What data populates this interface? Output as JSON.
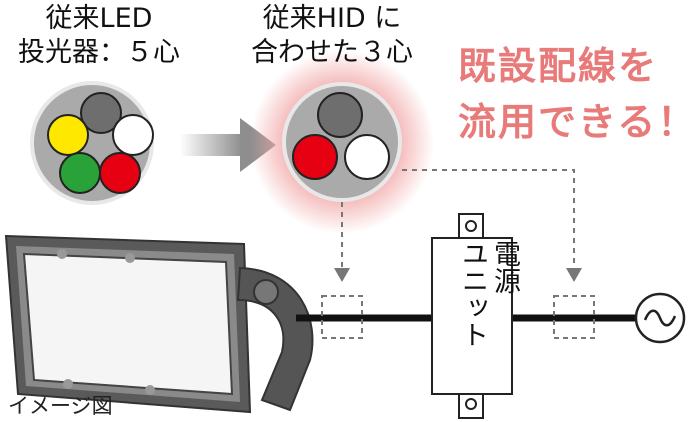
{
  "labels": {
    "conventional_led": "従来LED\n投光器：５心",
    "conventional_hid": "従来HID に\n合わせた３心",
    "headline": "既設配線を\n流用できる！",
    "power_unit": "電源\nユニット",
    "caption": "イメージ図"
  },
  "cable_led": {
    "conductor_count": 5,
    "colors": [
      "#6e6e6e",
      "#ffe800",
      "#ffffff",
      "#2aa23a",
      "#e60012"
    ]
  },
  "cable_hid": {
    "conductor_count": 3,
    "colors": [
      "#6e6e6e",
      "#e60012",
      "#ffffff"
    ]
  },
  "colors": {
    "headline": "#e97a7a",
    "glow": "#f2a7a7",
    "arrow": "#9a9a9a",
    "cable": "#111111"
  },
  "icons": {
    "transition": "right-arrow-icon",
    "ac_source": "ac-sine-icon"
  }
}
